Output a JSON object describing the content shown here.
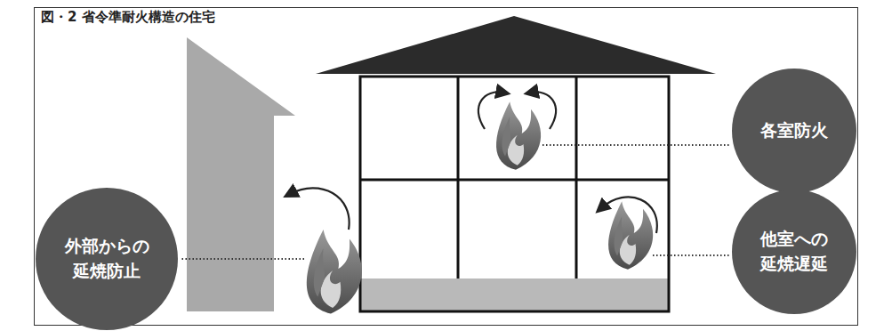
{
  "diagram": {
    "title": "図・2 省令準耐火構造の住宅",
    "nodes": [
      {
        "text": [
          "外部からの 延焼防止"
        ]
      },
      {
        "text": [
          "各室防火"
        ]
      },
      {
        "text": [
          "他室への 延焼遅延"
        ]
      }
    ]
  }
}
